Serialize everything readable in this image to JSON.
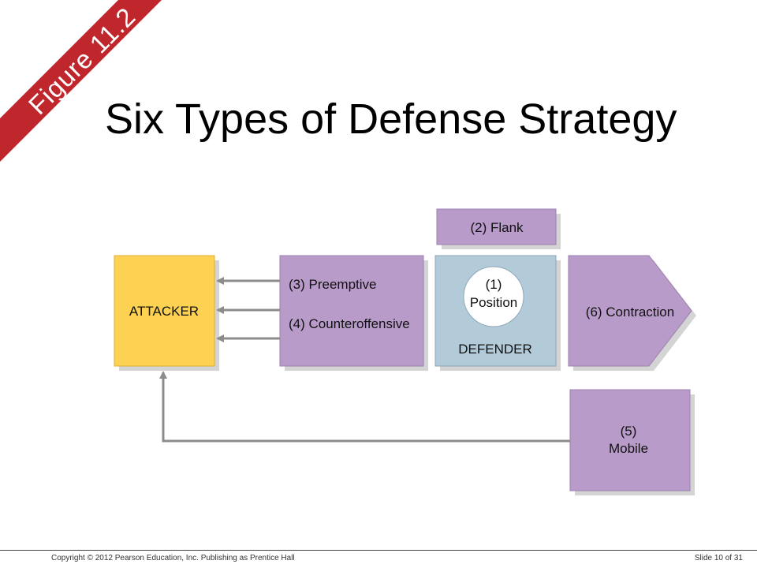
{
  "banner": {
    "label": "Figure 11.2",
    "color": "#c0272d"
  },
  "slide": {
    "title": "Six Types of Defense Strategy"
  },
  "diagram": {
    "attacker": {
      "label": "ATTACKER",
      "color": "#fdd151"
    },
    "flank": {
      "label": "(2) Flank",
      "color": "#b89bc9"
    },
    "preemptive": {
      "label": "(3) Preemptive",
      "color": "#b89bc9"
    },
    "counteroffensive": {
      "label": "(4) Counteroffensive",
      "color": "#b89bc9"
    },
    "defender": {
      "label": "DEFENDER",
      "color": "#b3cad8",
      "position_number": "(1)",
      "position_label": "Position"
    },
    "contraction": {
      "label": "(6) Contraction",
      "color": "#b89bc9"
    },
    "mobile": {
      "number": "(5)",
      "label": "Mobile",
      "color": "#b89bc9"
    },
    "arrow_color": "#8c8c8c",
    "shadow_color": "#d4d4d4"
  },
  "footer": {
    "copyright": "Copyright © 2012 Pearson Education, Inc. Publishing as Prentice Hall",
    "slide_number": "Slide 10 of 31"
  }
}
